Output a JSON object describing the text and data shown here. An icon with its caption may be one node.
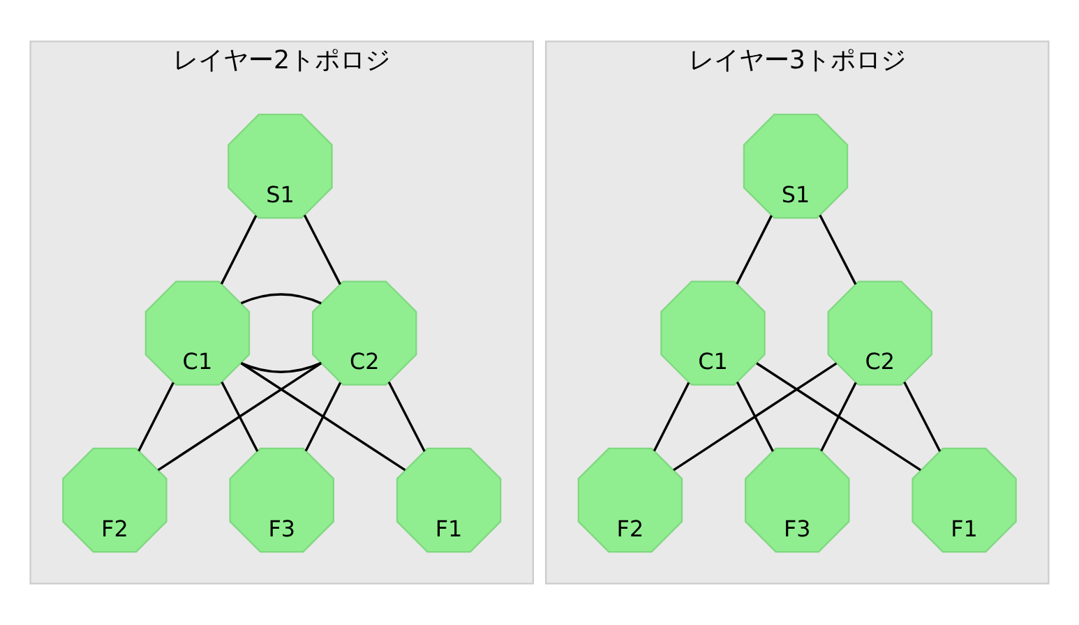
{
  "diagram": {
    "nodes": [
      {
        "text": [
          "レイヤー2トポロジ"
        ]
      },
      {
        "text": [
          "S1"
        ],
        "in": 0
      },
      {
        "text": [
          "C1"
        ],
        "in": 0
      },
      {
        "text": [
          "C2"
        ],
        "in": 0
      },
      {
        "text": [
          "F1"
        ],
        "in": 0
      },
      {
        "text": [
          "F2"
        ],
        "in": 0
      },
      {
        "text": [
          "F3"
        ],
        "in": 0
      },
      {
        "text": [
          "レイヤー3トポロジ"
        ]
      },
      {
        "text": [
          "S1"
        ],
        "in": 7
      },
      {
        "text": [
          "C1"
        ],
        "in": 7
      },
      {
        "text": [
          "C2"
        ],
        "in": 7
      },
      {
        "text": [
          "F1"
        ],
        "in": 7
      },
      {
        "text": [
          "F2"
        ],
        "in": 7
      },
      {
        "text": [
          "F3"
        ],
        "in": 7
      }
    ],
    "edges": [
      {
        "from": 1,
        "to": 2,
        "arrow": "none"
      },
      {
        "from": 1,
        "to": 3,
        "arrow": "none"
      },
      {
        "from": 2,
        "to": 3,
        "arrow": "none"
      },
      {
        "from": 2,
        "to": 3,
        "arrow": "none"
      },
      {
        "from": 2,
        "to": 4,
        "arrow": "none"
      },
      {
        "from": 2,
        "to": 5,
        "arrow": "none"
      },
      {
        "from": 2,
        "to": 6,
        "arrow": "none"
      },
      {
        "from": 3,
        "to": 4,
        "arrow": "none"
      },
      {
        "from": 3,
        "to": 5,
        "arrow": "none"
      },
      {
        "from": 3,
        "to": 6,
        "arrow": "none"
      },
      {
        "from": 8,
        "to": 9,
        "arrow": "none"
      },
      {
        "from": 8,
        "to": 10,
        "arrow": "none"
      },
      {
        "from": 9,
        "to": 11,
        "arrow": "none"
      },
      {
        "from": 9,
        "to": 12,
        "arrow": "none"
      },
      {
        "from": 9,
        "to": 13,
        "arrow": "none"
      },
      {
        "from": 10,
        "to": 11,
        "arrow": "none"
      },
      {
        "from": 10,
        "to": 12,
        "arrow": "none"
      },
      {
        "from": 10,
        "to": 13,
        "arrow": "none"
      }
    ]
  }
}
